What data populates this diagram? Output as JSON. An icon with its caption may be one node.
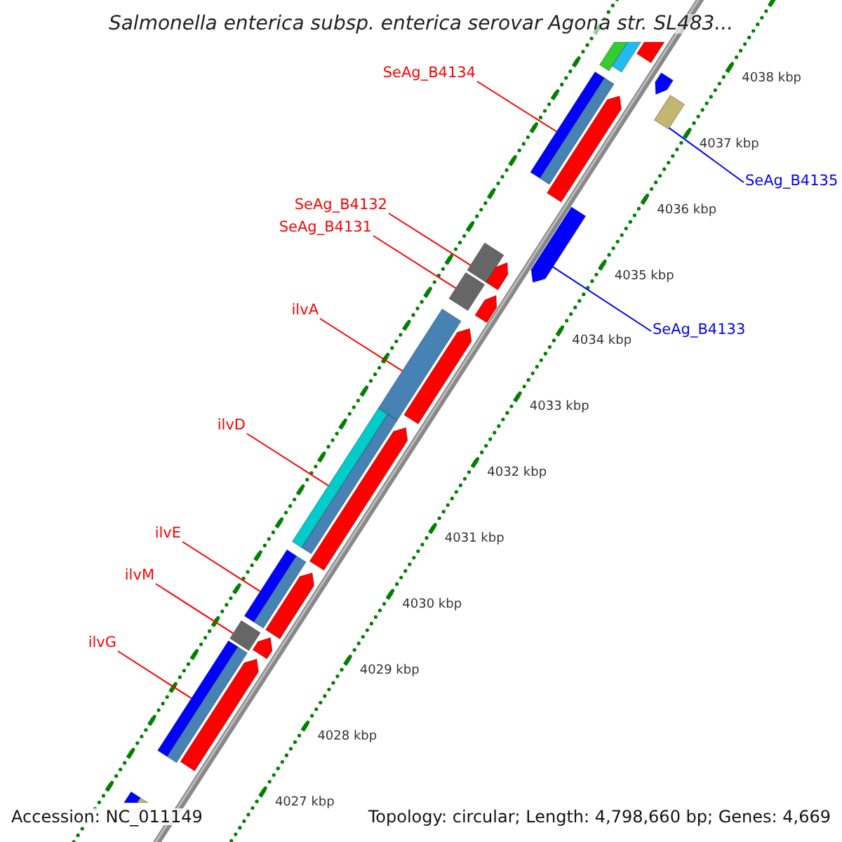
{
  "diagram": {
    "title": "Salmonella enterica subsp. enterica serovar Agona str. SL483...",
    "nodes": [
      {
        "text": [
          "SeAg_B4134"
        ]
      },
      {
        "text": [],
        "shape": "bar"
      },
      {
        "text": [
          "SeAg_B4135"
        ]
      },
      {
        "text": [],
        "shape": "bar"
      },
      {
        "text": [
          "SeAg_B4132"
        ]
      },
      {
        "text": [],
        "shape": "bar"
      },
      {
        "text": [
          "SeAg_B4131"
        ]
      },
      {
        "text": [],
        "shape": "bar"
      },
      {
        "text": [
          "SeAg_B4133"
        ]
      },
      {
        "text": [],
        "shape": "bar"
      },
      {
        "text": [
          "ilvA"
        ]
      },
      {
        "text": [],
        "shape": "bar"
      },
      {
        "text": [
          "ilvD"
        ]
      },
      {
        "text": [],
        "shape": "bar"
      },
      {
        "text": [
          "ilvE"
        ]
      },
      {
        "text": [],
        "shape": "bar"
      },
      {
        "text": [
          "ilvM"
        ]
      },
      {
        "text": [],
        "shape": "bar"
      },
      {
        "text": [
          "ilvG"
        ]
      },
      {
        "text": [],
        "shape": "bar"
      },
      {
        "text": [],
        "shape": "bar"
      },
      {
        "text": [],
        "shape": "bar"
      },
      {
        "text": [],
        "shape": "bar"
      },
      {
        "text": [],
        "shape": "bar"
      },
      {
        "text": [],
        "shape": "bar"
      },
      {
        "text": [],
        "shape": "bar"
      },
      {
        "text": [],
        "shape": "bar"
      },
      {
        "text": [],
        "shape": "bar"
      },
      {
        "text": [],
        "shape": "bar"
      },
      {
        "text": [],
        "shape": "bar"
      },
      {
        "text": [],
        "shape": "bar"
      },
      {
        "text": [],
        "shape": "bar"
      },
      {
        "text": [],
        "shape": "bar"
      },
      {
        "text": [],
        "shape": "bar"
      },
      {
        "text": [],
        "shape": "bar"
      },
      {
        "text": [],
        "shape": "bar"
      },
      {
        "text": [],
        "shape": "bar"
      },
      {
        "text": [],
        "shape": "bar"
      }
    ],
    "edges": [
      {
        "from": 0,
        "to": 1,
        "arrow": "none"
      },
      {
        "from": 2,
        "to": 3,
        "arrow": "none",
        "color": "#0000ff"
      },
      {
        "from": 4,
        "to": 5,
        "arrow": "none"
      },
      {
        "from": 6,
        "to": 7,
        "arrow": "none"
      },
      {
        "from": 8,
        "to": 9,
        "arrow": "none",
        "color": "#0000ff"
      },
      {
        "from": 10,
        "to": 11,
        "arrow": "none"
      },
      {
        "from": 12,
        "to": 13,
        "arrow": "none"
      },
      {
        "from": 14,
        "to": 15,
        "arrow": "none"
      },
      {
        "from": 16,
        "to": 17,
        "arrow": "none"
      },
      {
        "from": 18,
        "to": 19,
        "arrow": "none"
      }
    ],
    "labels": [
      "4038 kbp",
      "4037 kbp",
      "4036 kbp",
      "4035 kbp",
      "4034 kbp",
      "4033 kbp",
      "4032 kbp",
      "4031 kbp",
      "4030 kbp",
      "4029 kbp",
      "4028 kbp",
      "4027 kbp",
      "Accession: NC_011149",
      "Topology: circular; Length: 4,798,660 bp; Genes: 4,669"
    ]
  }
}
